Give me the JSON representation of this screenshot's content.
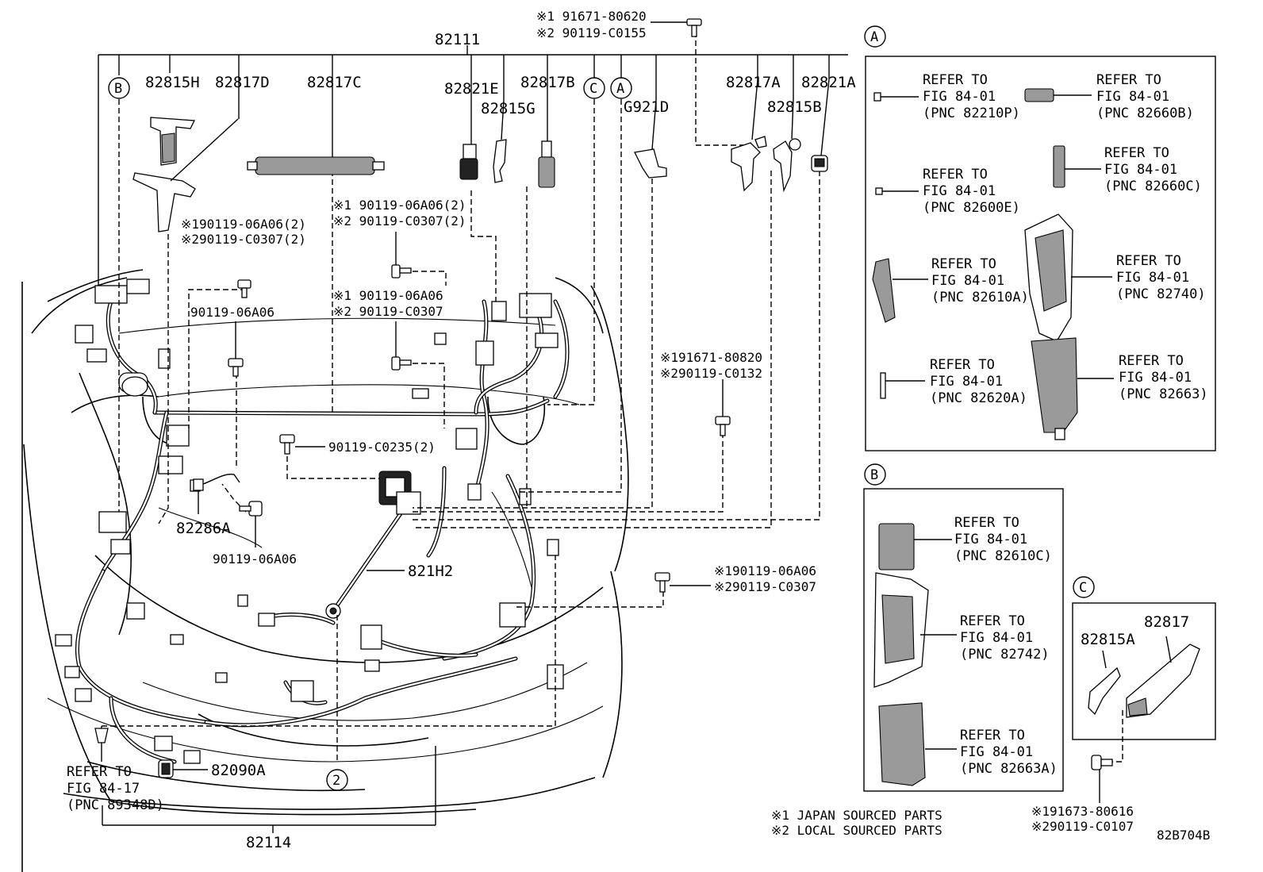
{
  "diagram_id": "82B704B",
  "parts": {
    "p82111": "82111",
    "p82114": "82114",
    "p82815H": "82815H",
    "p82817D": "82817D",
    "p82817C": "82817C",
    "p82821E": "82821E",
    "p82815G": "82815G",
    "p82817B": "82817B",
    "pG921D": "G921D",
    "p82817A": "82817A",
    "p82815B": "82815B",
    "p82821A": "82821A",
    "p82286A": "82286A",
    "p821H2": "821H2",
    "p82090A": "82090A",
    "p82815A": "82815A",
    "p82817": "82817"
  },
  "fasteners": {
    "top_a": "※1 91671-80620",
    "top_b": "※2 90119-C0155",
    "l1_a": "※190119-06A06(2)",
    "l1_b": "※290119-C0307(2)",
    "m1_a": "※1 90119-06A06(2)",
    "m1_b": "※2 90119-C0307(2)",
    "m2_a": "※1 90119-06A06",
    "m2_b": "※2 90119-C0307",
    "plain1": "90119-06A06",
    "plain2": "90119-06A06",
    "c0235": "90119-C0235(2)",
    "r1_a": "※191671-80820",
    "r1_b": "※290119-C0132",
    "r2_a": "※190119-06A06",
    "r2_b": "※290119-C0307",
    "c_a": "※191673-80616",
    "c_b": "※290119-C0107"
  },
  "callouts": {
    "A": "A",
    "B": "B",
    "C": "C",
    "two": "2"
  },
  "refer_label": "REFER TO",
  "refs": {
    "a1": {
      "fig": "FIG 84-01",
      "pnc": "(PNC 82210P)"
    },
    "a2": {
      "fig": "FIG 84-01",
      "pnc": "(PNC 82660B)"
    },
    "a3": {
      "fig": "FIG 84-01",
      "pnc": "(PNC 82600E)"
    },
    "a4": {
      "fig": "FIG 84-01",
      "pnc": "(PNC 82660C)"
    },
    "a5": {
      "fig": "FIG 84-01",
      "pnc": "(PNC 82610A)"
    },
    "a6": {
      "fig": "FIG 84-01",
      "pnc": "(PNC 82740)"
    },
    "a7": {
      "fig": "FIG 84-01",
      "pnc": "(PNC 82620A)"
    },
    "a8": {
      "fig": "FIG 84-01",
      "pnc": "(PNC 82663)"
    },
    "b1": {
      "fig": "FIG 84-01",
      "pnc": "(PNC 82610C)"
    },
    "b2": {
      "fig": "FIG 84-01",
      "pnc": "(PNC 82742)"
    },
    "b3": {
      "fig": "FIG 84-01",
      "pnc": "(PNC 82663A)"
    },
    "main": {
      "fig": "FIG 84-17",
      "pnc": "(PNC 89348D)"
    }
  },
  "legend": {
    "note1": "※1 JAPAN SOURCED PARTS",
    "note2": "※2 LOCAL SOURCED PARTS"
  }
}
